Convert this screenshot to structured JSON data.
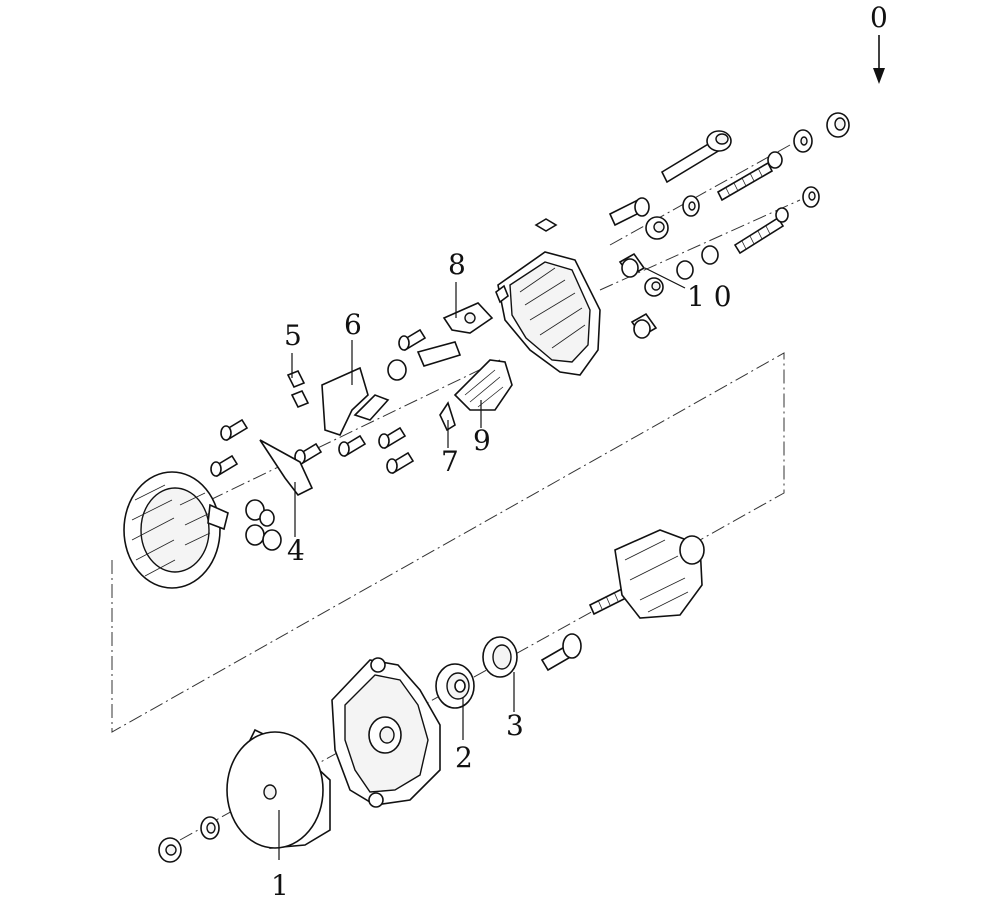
{
  "figure": {
    "type": "exploded-parts-diagram",
    "subject": "alternator",
    "direction_marker": {
      "label": "0",
      "arrow": "down"
    }
  },
  "callouts": [
    {
      "id": "1",
      "label": "1"
    },
    {
      "id": "2",
      "label": "2"
    },
    {
      "id": "3",
      "label": "3"
    },
    {
      "id": "4",
      "label": "4"
    },
    {
      "id": "5",
      "label": "5"
    },
    {
      "id": "6",
      "label": "6"
    },
    {
      "id": "7",
      "label": "7"
    },
    {
      "id": "8",
      "label": "8"
    },
    {
      "id": "9",
      "label": "9"
    },
    {
      "id": "10",
      "label": "1 0"
    }
  ],
  "colors": {
    "ink": "#111111",
    "paper": "#ffffff"
  }
}
